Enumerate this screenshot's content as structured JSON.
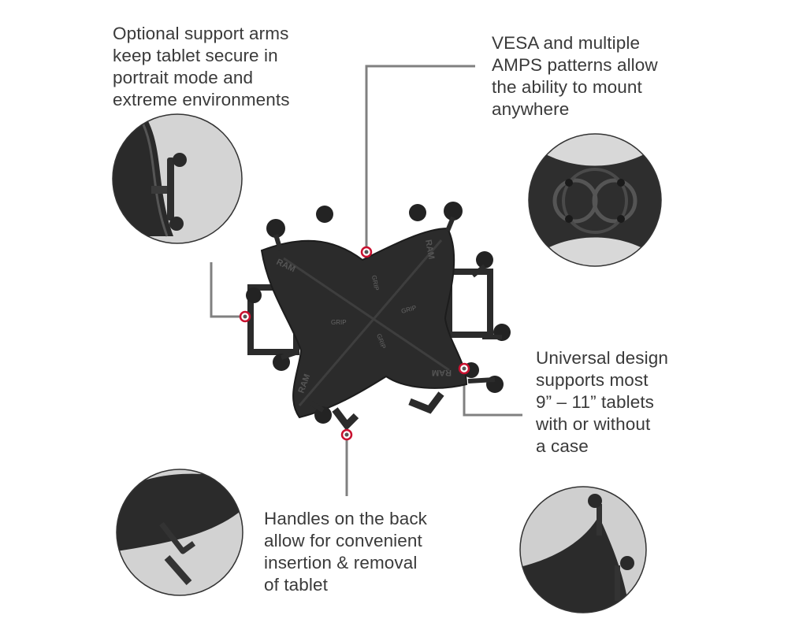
{
  "callouts": {
    "support_arms": [
      "Optional support arms",
      "keep tablet secure in",
      "portrait mode and",
      "extreme environments"
    ],
    "vesa": [
      "VESA and multiple",
      "AMPS patterns allow",
      "the ability to mount",
      "anywhere"
    ],
    "universal": [
      "Universal design",
      "supports most",
      "9” – 11” tablets",
      "with or without",
      "a case"
    ],
    "handles": [
      "Handles on the back",
      "allow for convenient",
      "insertion & removal",
      "of tablet"
    ]
  },
  "cradle_markings": {
    "brand": "RAM",
    "grip": "GRIP"
  },
  "colors": {
    "text": "#3a3a3a",
    "leader_line": "#808080",
    "marker_ring": "#c8102e",
    "product": "#2b2b2b",
    "photo_background": "#cfcfcf"
  },
  "icons": {
    "marker": "target-ring"
  }
}
